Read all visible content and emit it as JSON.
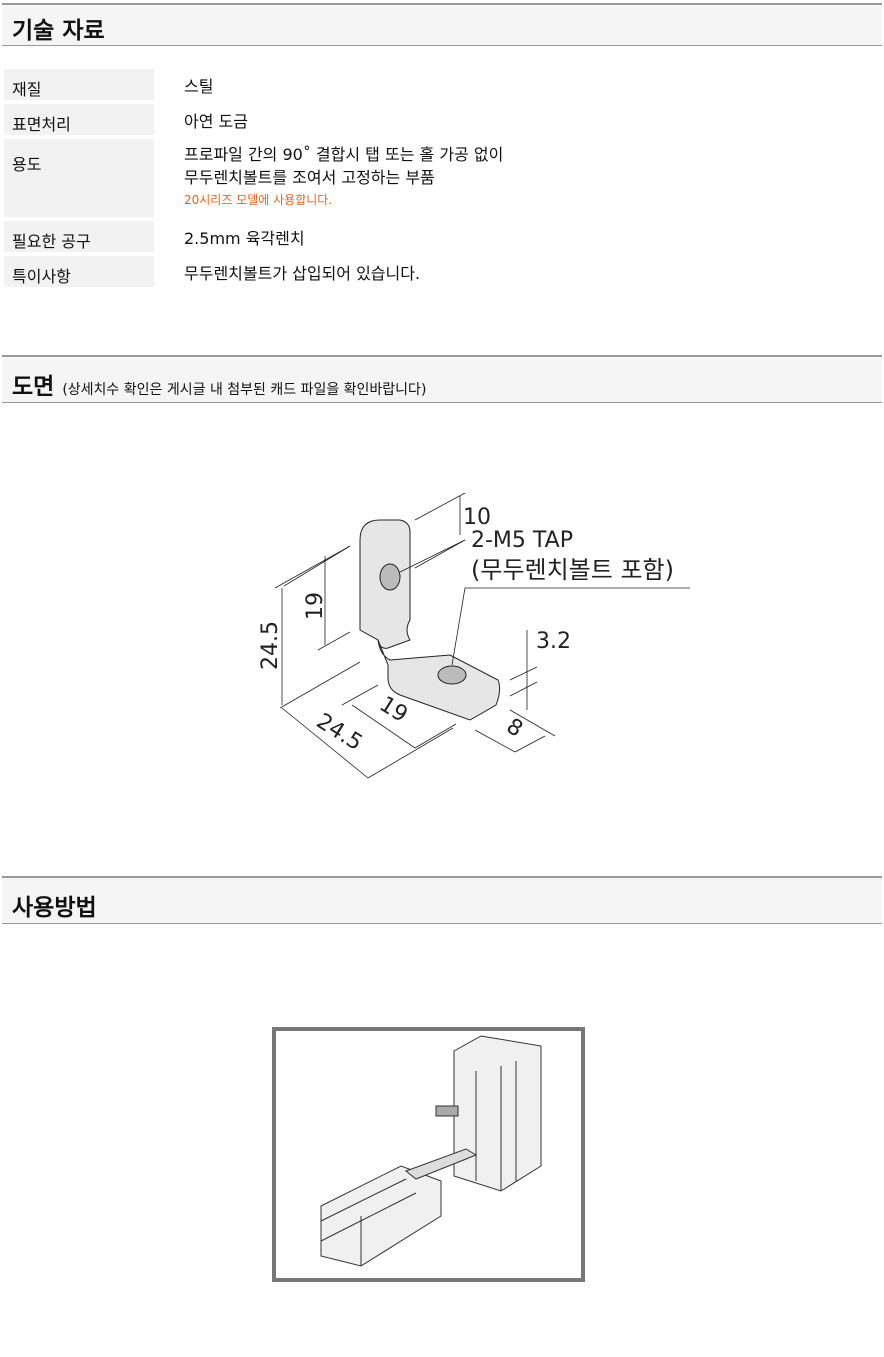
{
  "tech": {
    "title": "기술 자료",
    "rows": [
      {
        "label": "재질",
        "value": "스틸"
      },
      {
        "label": "표면처리",
        "value": "아연 도금"
      },
      {
        "label": "용도",
        "value": "프로파일 간의 90˚ 결합시 탭 또는 홀 가공 없이",
        "value2": "무두렌치볼트를 조여서 고정하는 부품",
        "note": "20시리즈 모델에 사용합니다."
      },
      {
        "label": "필요한 공구",
        "value": "2.5mm 육각렌치"
      },
      {
        "label": "특이사항",
        "value": "무두렌치볼트가 삽입되어 있습니다."
      }
    ]
  },
  "drawing": {
    "title": "도면",
    "subtitle": "(상세치수 확인은 게시글 내 첨부된 캐드 파일을 확인바랍니다)",
    "dims": {
      "d10": "10",
      "tap": "2-M5 TAP",
      "tap_note": "(무두렌치볼트 포함)",
      "d19v": "19",
      "d245v": "24.5",
      "d32": "3.2",
      "d19h": "19",
      "d245h": "24.5",
      "d8": "8"
    }
  },
  "usage": {
    "title": "사용방법"
  },
  "colors": {
    "note": "#e8641c",
    "header_bg": "#f5f5f5",
    "label_bg": "#f2f2f2"
  }
}
